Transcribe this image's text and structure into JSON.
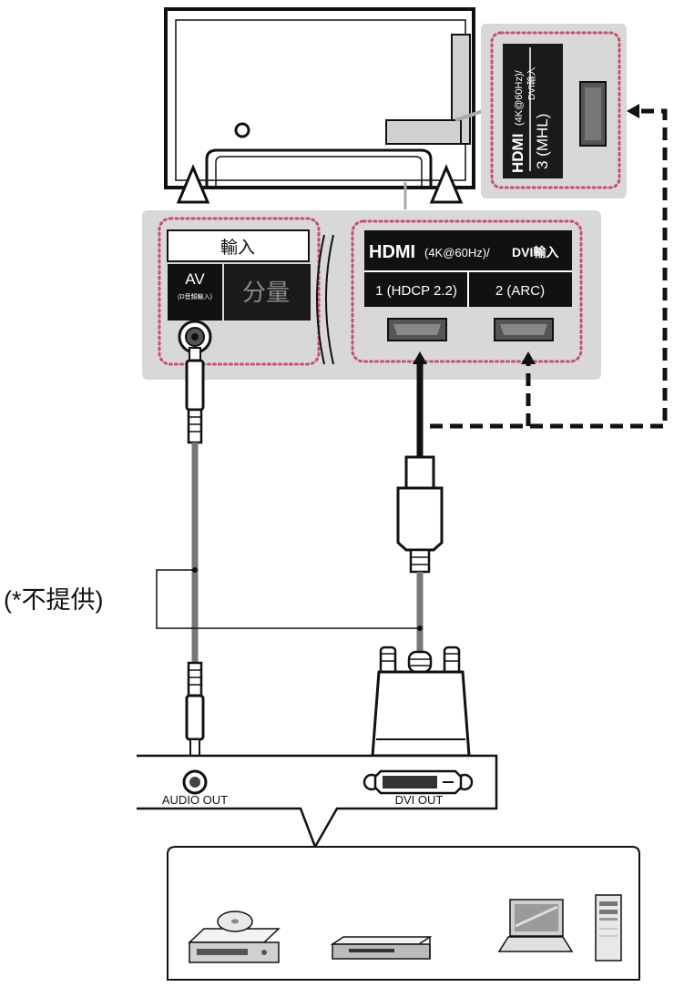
{
  "side_panel": {
    "hdmi_logo": "HDMI",
    "hdmi_spec": "(4K@60Hz)/",
    "dvi_input": "DVI輸入",
    "port_label": "3 (MHL)"
  },
  "main_panel": {
    "input_header": "輸入",
    "av_label": "AV",
    "av_sublabel": "(D音頻輸入)",
    "component_label": "分量",
    "hdmi_logo": "HDMI",
    "hdmi_spec": "(4K@60Hz)/",
    "dvi_input": "DVI輸入",
    "port1_label": "1 (HDCP 2.2)",
    "port2_label": "2 (ARC)"
  },
  "not_provided_label": "(*不提供)",
  "source_device": {
    "audio_out_label": "AUDIO OUT",
    "dvi_out_label": "DVI OUT"
  },
  "colors": {
    "panel_gray": "#d8d8d8",
    "dotted_red": "#c8506a",
    "line_black": "#111111"
  }
}
